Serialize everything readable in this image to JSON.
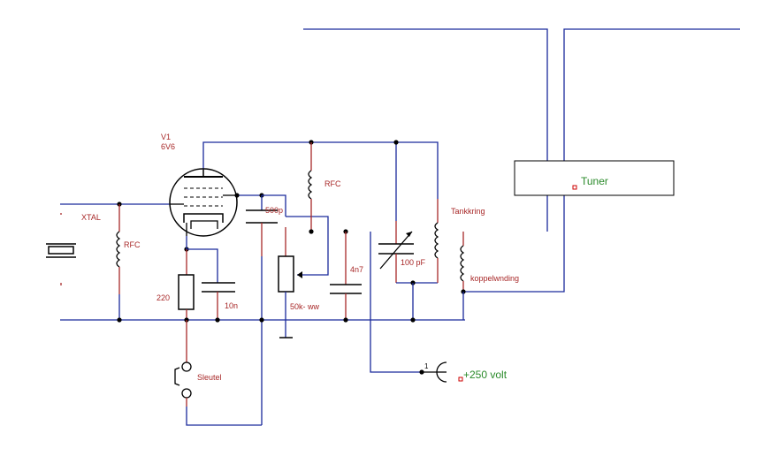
{
  "labels": {
    "tube_ref": "V1",
    "tube_type": "6V6",
    "xtal": "XTAL",
    "rfc_grid": "RFC",
    "rfc_plate": "RFC",
    "cap_500p": "500p",
    "cap_10n": "10n",
    "res_220": "220",
    "pot": "50k- ww",
    "cap_4n7": "4n7",
    "cap_100pf": "100 pF",
    "tank_coil": "Tankkring",
    "coupling_coil": "koppelwnding",
    "key": "Sleutel",
    "supply": "+250 volt",
    "supply_pin": "1",
    "tuner": "Tuner"
  },
  "colors": {
    "wire": "#1a2a9c",
    "component_lead": "#a82828",
    "label": "#a82828",
    "supply_label": "#2a8a2a",
    "symbol": "#000000"
  }
}
